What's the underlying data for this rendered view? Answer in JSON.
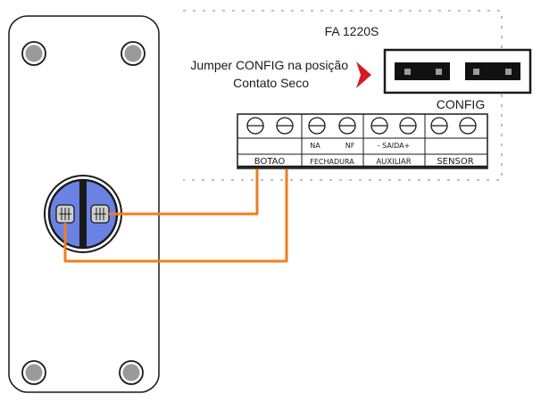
{
  "board": {
    "model": "FA 1220S",
    "note_line1": "Jumper CONFIG na posição",
    "note_line2": "Contato Seco",
    "jumper_label": "CONFIG"
  },
  "terminals": {
    "botao": "BOTAO",
    "na": "NA",
    "nf": "NF",
    "fechadura": "FECHADURA",
    "saida": "- SAIDA+",
    "auxiliar": "AUXILIAR",
    "sensor": "SENSOR"
  },
  "colors": {
    "wire": "#f07d1e",
    "button_face": "#6a82e4",
    "arrow": "#d71a20",
    "outline": "#1a1a1a",
    "screw_head": "#9a9a9a",
    "dashed_border": "#9a9a9a"
  }
}
